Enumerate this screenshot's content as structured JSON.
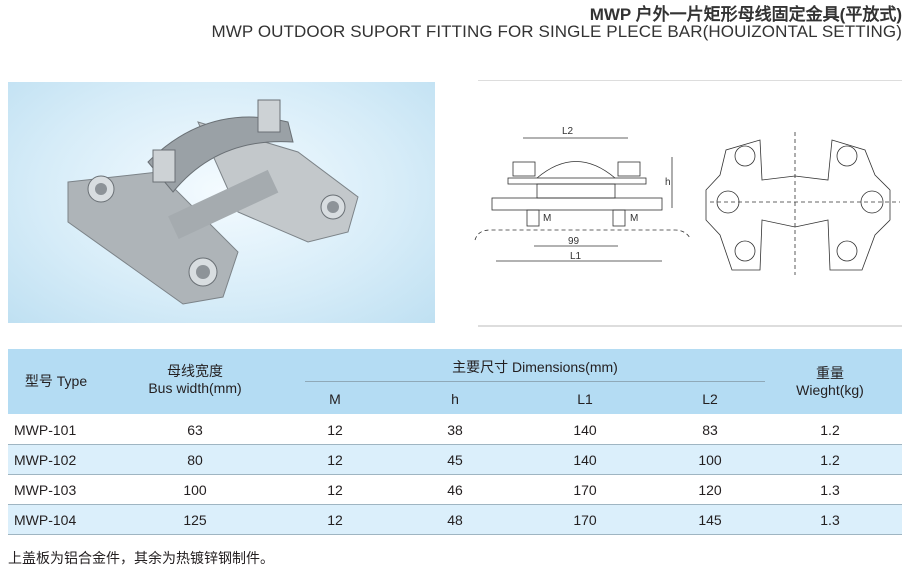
{
  "title": {
    "cn": "MWP 户外一片矩形母线固定金具(平放式)",
    "en": "MWP OUTDOOR SUPORT FITTING FOR SINGLE PLECE BAR(HOUIZONTAL SETTING)"
  },
  "drawing": {
    "labels": {
      "l2": "L2",
      "h": "h",
      "m": "M",
      "spacing": "99",
      "l1": "L1"
    }
  },
  "table": {
    "headers": {
      "type": "型号 Type",
      "bus_cn": "母线宽度",
      "bus_en": "Bus width(mm)",
      "dims": "主要尺寸 Dimensions(mm)",
      "m": "M",
      "h": "h",
      "l1": "L1",
      "l2": "L2",
      "weight_cn": "重量",
      "weight_en": "Wieght(kg)"
    },
    "rows": [
      {
        "type": "MWP-101",
        "bus": "63",
        "m": "12",
        "h": "38",
        "l1": "140",
        "l2": "83",
        "w": "1.2"
      },
      {
        "type": "MWP-102",
        "bus": "80",
        "m": "12",
        "h": "45",
        "l1": "140",
        "l2": "100",
        "w": "1.2"
      },
      {
        "type": "MWP-103",
        "bus": "100",
        "m": "12",
        "h": "46",
        "l1": "170",
        "l2": "120",
        "w": "1.3"
      },
      {
        "type": "MWP-104",
        "bus": "125",
        "m": "12",
        "h": "48",
        "l1": "170",
        "l2": "145",
        "w": "1.3"
      }
    ]
  },
  "note": "上盖板为铝合金件，其余为热镀锌钢制件。"
}
